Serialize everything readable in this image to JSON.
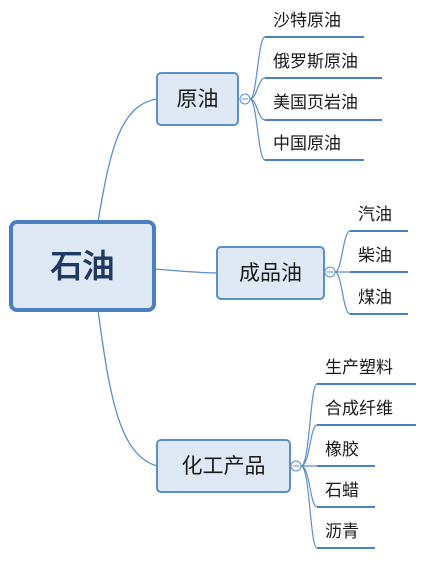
{
  "colors": {
    "connector": "#5b8fc9",
    "node_fill": "#dfe8f5",
    "node_border": "#5b8fc9",
    "root_fill": "#dfe8f5",
    "root_border": "#4a7fc1",
    "root_text": "#1f3864",
    "leaf_line": "#4a7fc1"
  },
  "mindmap": {
    "root": {
      "label": "石油"
    },
    "branches": [
      {
        "label": "原油",
        "children": [
          "沙特原油",
          "俄罗斯原油",
          "美国页岩油",
          "中国原油"
        ]
      },
      {
        "label": "成品油",
        "children": [
          "汽油",
          "柴油",
          "煤油"
        ]
      },
      {
        "label": "化工产品",
        "children": [
          "生产塑料",
          "合成纤维",
          "橡胶",
          "石蜡",
          "沥青"
        ]
      }
    ]
  }
}
